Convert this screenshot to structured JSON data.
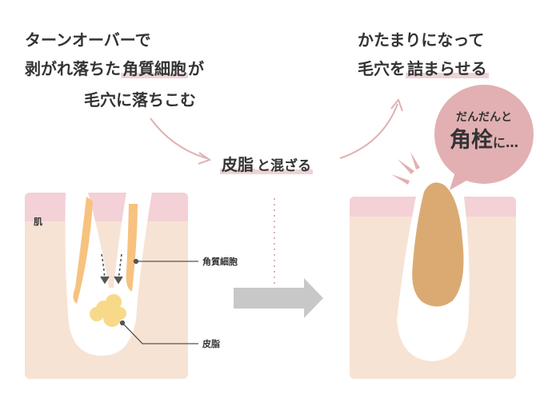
{
  "top_left": {
    "line1": "ターンオーバーで",
    "line2_pre": "剥がれ落ちた",
    "line2_highlight": "角質細胞",
    "line2_post": "が",
    "line3": "毛穴に落ちこむ"
  },
  "center": {
    "highlight": "皮脂",
    "post": "と混ざる"
  },
  "top_right": {
    "line1": "かたまりになって",
    "line2_pre": "毛穴を",
    "line2_highlight": "詰まらせる"
  },
  "bubble": {
    "line1": "だんだんと",
    "line2_big": "角栓",
    "line2_post": "に…"
  },
  "left_diagram": {
    "skin_label": "肌",
    "keratin_label": "角質細胞",
    "sebum_label": "皮脂"
  },
  "colors": {
    "skin": "#f7e3d4",
    "skin_top": "#f3d1d6",
    "keratin": "#f7c27f",
    "sebum": "#f8d98a",
    "plug": "#dbaa72",
    "accent": "#e2b0b2",
    "arrow_gray": "#c8c8c8"
  }
}
